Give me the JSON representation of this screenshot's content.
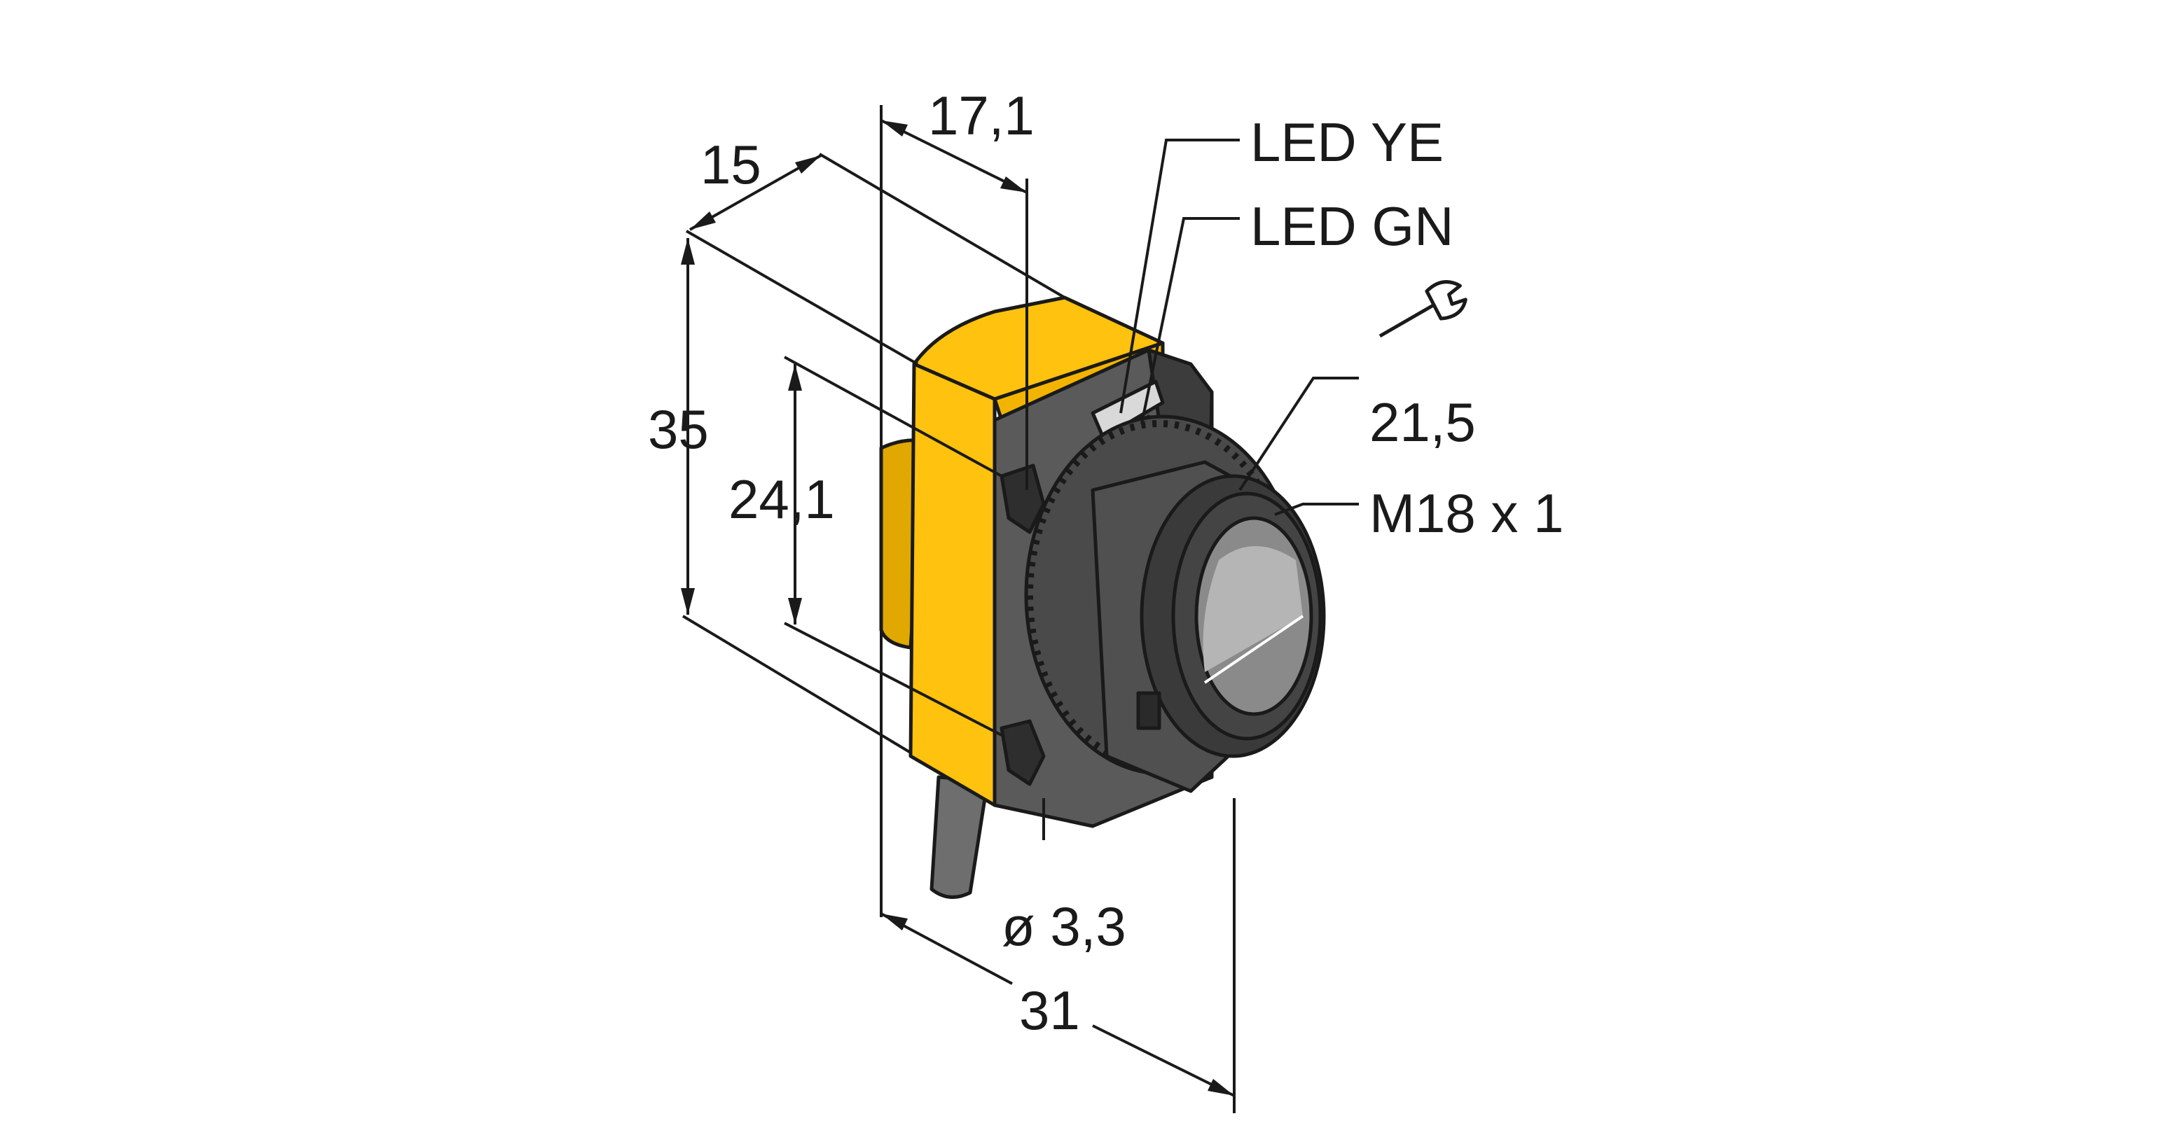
{
  "labels": {
    "dim_top_width": "17,1",
    "dim_depth": "15",
    "dim_height_total": "35",
    "dim_height_inner": "24,1",
    "led_yellow": "LED YE",
    "led_green": "LED GN",
    "wrench_size": "21,5",
    "thread": "M18 x 1",
    "cable_diameter": "ø 3,3",
    "dim_length": "31"
  },
  "colors": {
    "housing_yellow": "#FFC20E",
    "housing_yellow_dark": "#E0A800",
    "body_gray": "#5a5a5a",
    "body_dark": "#3c3c3c",
    "lens": "#8a8a8a"
  },
  "icons": [
    "wrench-icon"
  ]
}
